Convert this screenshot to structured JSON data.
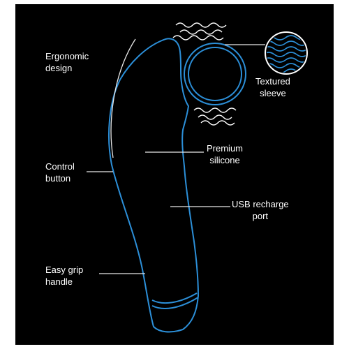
{
  "labels": {
    "ergonomic": {
      "line1": "Ergonomic",
      "line2": "design"
    },
    "control": {
      "line1": "Control",
      "line2": "button"
    },
    "grip": {
      "line1": "Easy grip",
      "line2": "handle"
    },
    "textured": {
      "line1": "Textured",
      "line2": "sleeve"
    },
    "silicone": {
      "line1": "Premium",
      "line2": "silicone"
    },
    "usb": {
      "line1": "USB recharge",
      "line2": "port"
    }
  },
  "colors": {
    "background": "#000000",
    "outline": "#2c8fd8",
    "leader": "#e8e8e8",
    "text": "#ffffff"
  }
}
